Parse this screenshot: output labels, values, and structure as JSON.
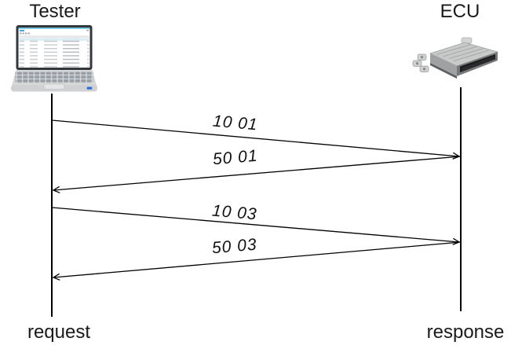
{
  "diagram": {
    "participants": [
      {
        "name": "Tester",
        "icon": "laptop-icon",
        "footer_label": "request"
      },
      {
        "name": "ECU",
        "icon": "ecu-icon",
        "footer_label": "response"
      }
    ],
    "messages": [
      {
        "label": "10 01",
        "from": "Tester",
        "to": "ECU"
      },
      {
        "label": "50 01",
        "from": "ECU",
        "to": "Tester"
      },
      {
        "label": "10 03",
        "from": "Tester",
        "to": "ECU"
      },
      {
        "label": "50 03",
        "from": "ECU",
        "to": "Tester"
      }
    ],
    "colors": {
      "line": "#000000",
      "text": "#1a1a1a",
      "background": "#ffffff",
      "laptop_accent": "#2f6fd3"
    }
  }
}
